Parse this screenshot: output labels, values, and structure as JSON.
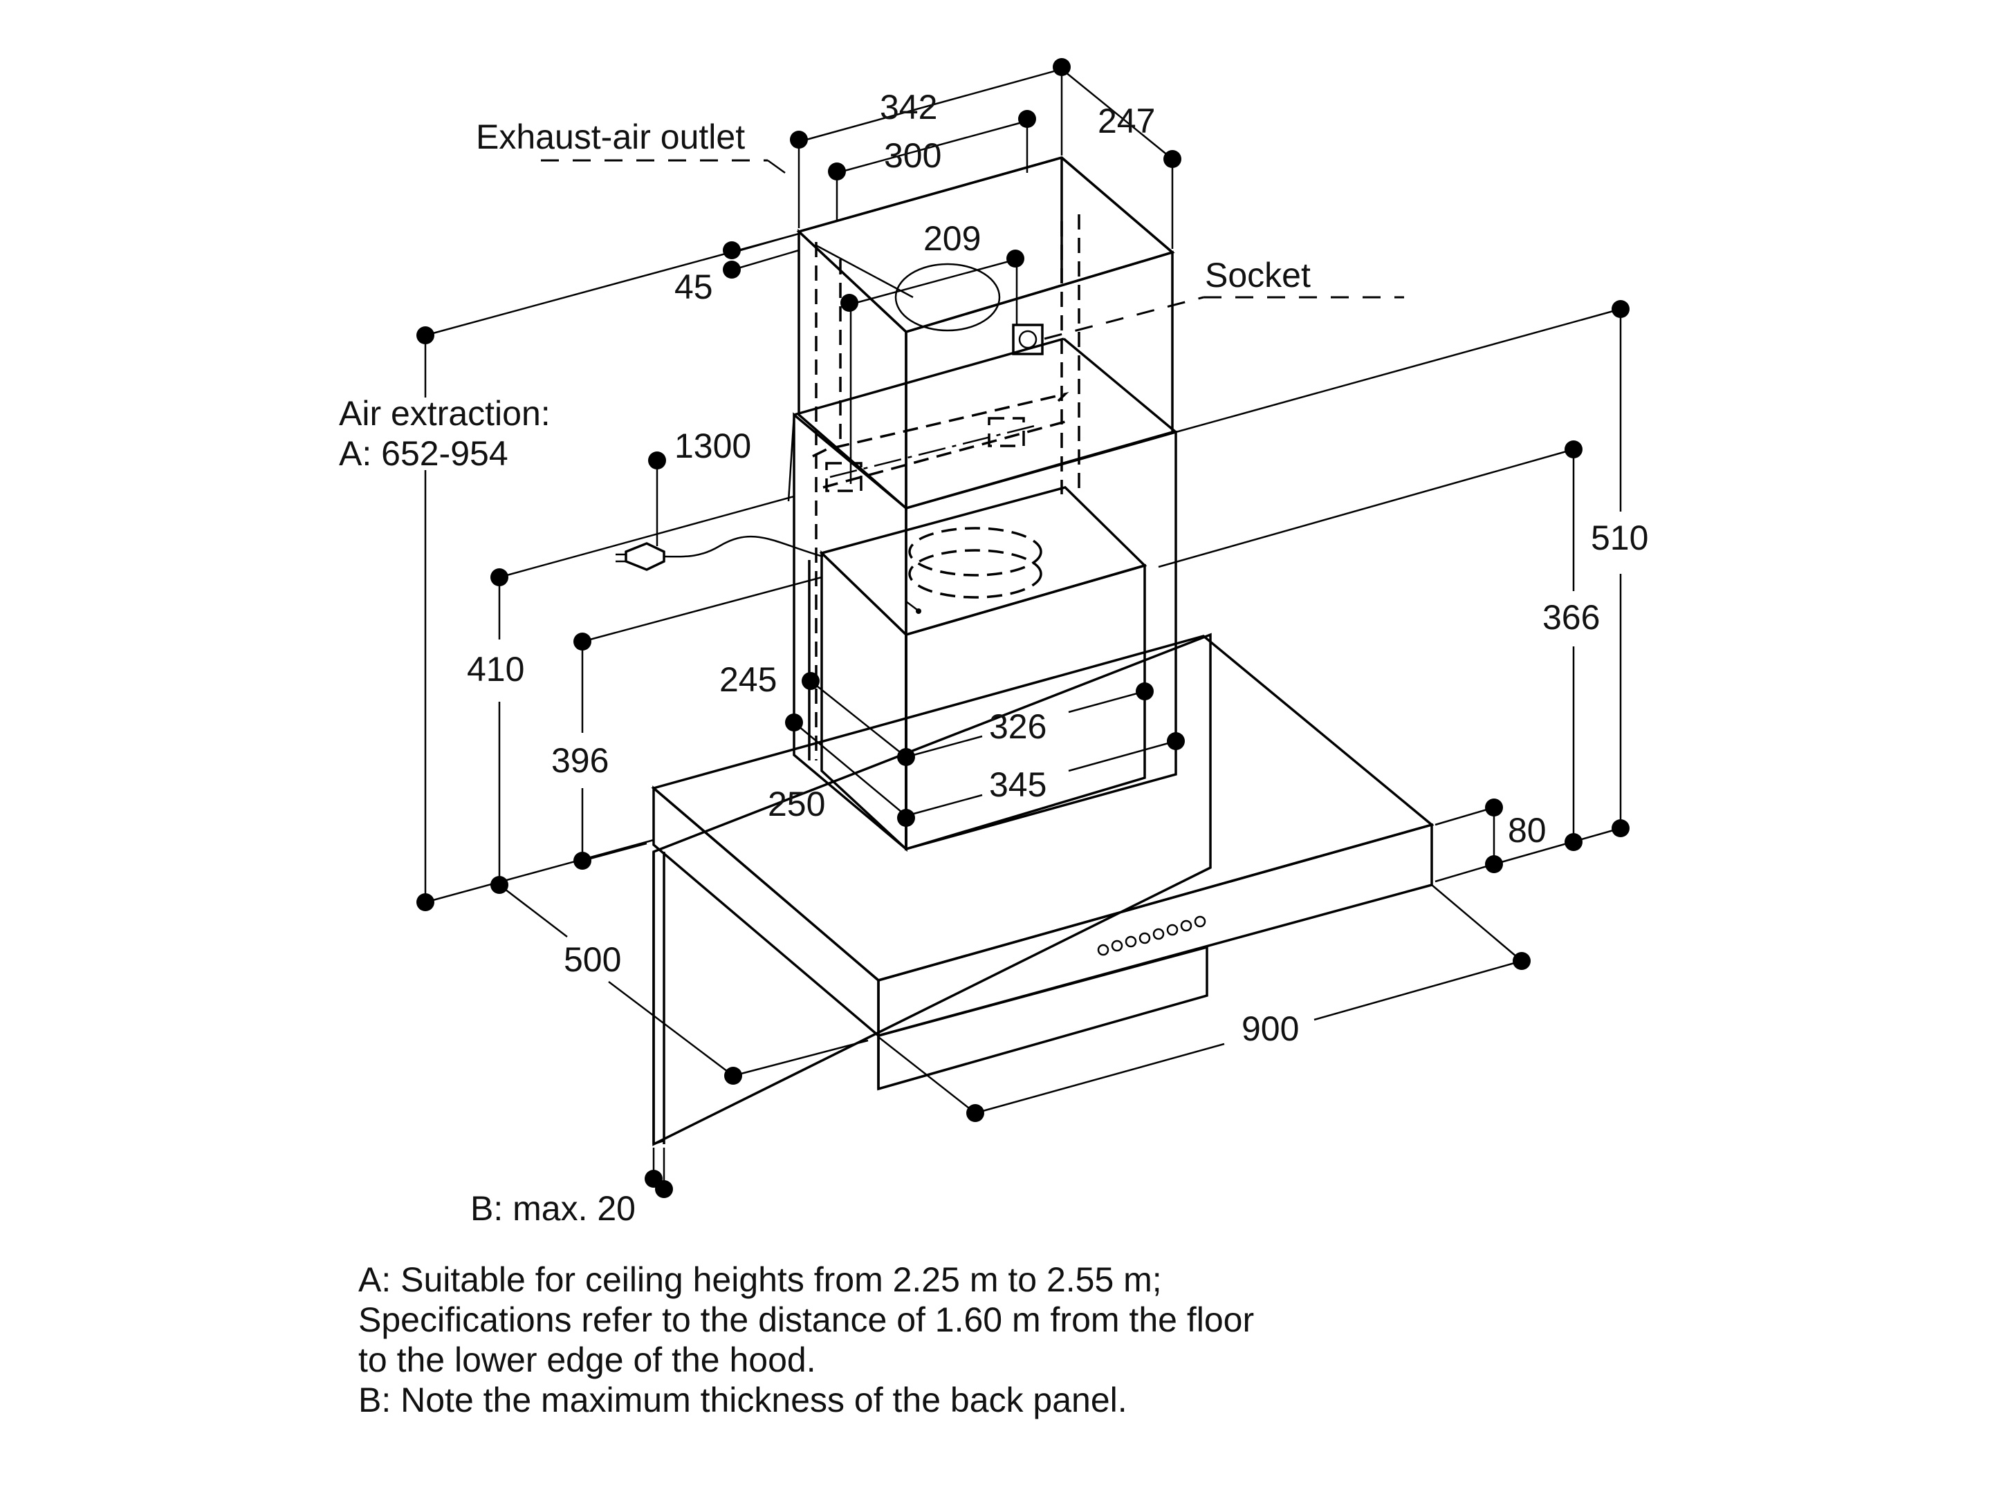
{
  "labels": {
    "exhaust_air_outlet": "Exhaust-air outlet",
    "socket": "Socket",
    "air_extraction": "Air extraction:",
    "air_extraction_range": "A: 652-954",
    "back_panel": "B: max. 20"
  },
  "dimensions": {
    "d342": "342",
    "d247": "247",
    "d300": "300",
    "d209": "209",
    "d45": "45",
    "d1300": "1300",
    "d510": "510",
    "d366": "366",
    "d410": "410",
    "d396": "396",
    "d245": "245",
    "d326": "326",
    "d250": "250",
    "d345": "345",
    "d80": "80",
    "d500": "500",
    "d900": "900"
  },
  "notes": [
    "A: Suitable for ceiling heights from 2.25 m to 2.55 m;",
    "Specifications refer to the distance of 1.60 m from the floor",
    "to the lower edge of the hood.",
    "B: Note the maximum thickness of the back panel."
  ]
}
